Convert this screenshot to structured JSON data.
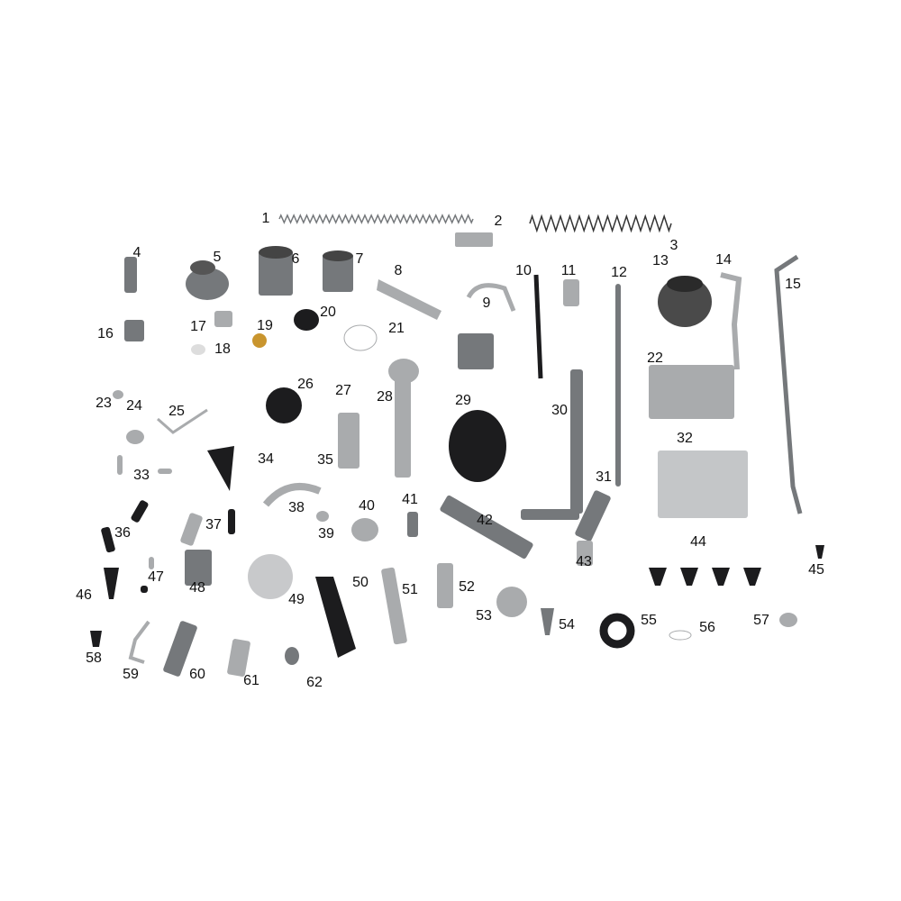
{
  "labels": [
    "1",
    "2",
    "3",
    "4",
    "5",
    "6",
    "7",
    "8",
    "9",
    "10",
    "11",
    "12",
    "13",
    "14",
    "15",
    "16",
    "17",
    "18",
    "19",
    "20",
    "21",
    "22",
    "23",
    "24",
    "25",
    "26",
    "27",
    "28",
    "29",
    "30",
    "31",
    "32",
    "33",
    "34",
    "35",
    "36",
    "37",
    "38",
    "39",
    "40",
    "41",
    "42",
    "43",
    "44",
    "45",
    "46",
    "47",
    "48",
    "49",
    "50",
    "51",
    "52",
    "53",
    "54",
    "55",
    "56",
    "57",
    "58",
    "59",
    "60",
    "61",
    "62"
  ],
  "colors": {
    "metal": "#a9abad",
    "metal_dark": "#75787b",
    "black": "#1c1c1e",
    "brass": "#c9952e",
    "background": "#ffffff"
  }
}
